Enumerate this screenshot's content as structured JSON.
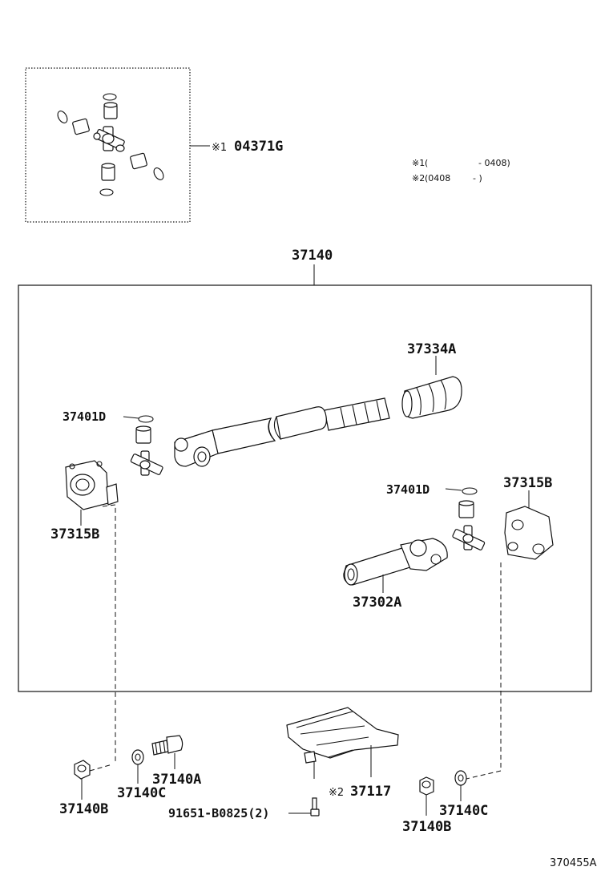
{
  "labels": {
    "kit": "04371G",
    "kit_prefix": "※1",
    "assy": "37140",
    "dust_boot": "37334A",
    "snap_ring_left": "37401D",
    "snap_ring_right": "37401D",
    "flange_left": "37315B",
    "flange_right": "37315B",
    "sleeve_yoke": "37302A",
    "nut_left": "37140B",
    "washer_left": "37140C",
    "bolt": "37140A",
    "cover_prefix": "※2",
    "cover": "37117",
    "clip": "91651-B0825(2)",
    "nut_right": "37140B",
    "washer_right": "37140C",
    "diagram_id": "370455A"
  },
  "notes": [
    {
      "mark": "※1",
      "open": "(",
      "from": "",
      "to": "- 0408)"
    },
    {
      "mark": "※2",
      "open": "(0408",
      "from": "",
      "to": "-        )"
    }
  ]
}
